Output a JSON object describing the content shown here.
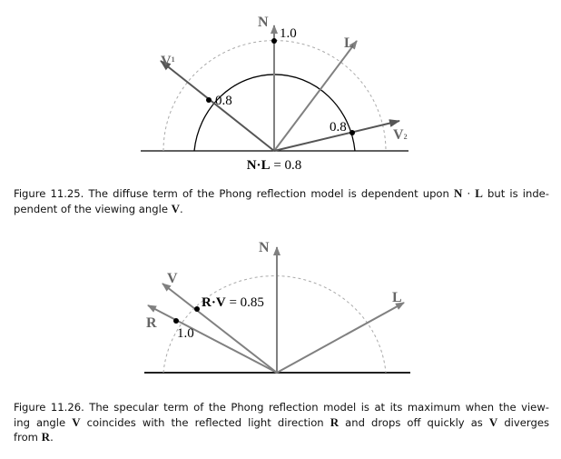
{
  "figure1": {
    "labels": {
      "N": "N",
      "L": "L",
      "V1": "V",
      "V1_sub": "1",
      "V2": "V",
      "V2_sub": "2",
      "n_value": "1.0",
      "v1_value": "0.8",
      "v2_value": "0.8",
      "eq_bold_N": "N",
      "eq_dot": "·",
      "eq_bold_L": "L",
      "eq_rest": " = 0.8"
    },
    "caption": {
      "line1_a": "Figure 11.25. The diffuse term of the Phong reflection model is dependent upon ",
      "line1_b": "N",
      "line1_c": " · ",
      "line1_d": "L",
      "line1_e": " but is inde-",
      "line2_a": "pendent of the viewing angle ",
      "line2_b": "V",
      "line2_c": "."
    }
  },
  "figure2": {
    "labels": {
      "N": "N",
      "L": "L",
      "V": "V",
      "R": "R",
      "r_value": "1.0",
      "eq_bold_R": "R",
      "eq_dot": "·",
      "eq_bold_V": "V",
      "eq_rest": " = 0.85"
    },
    "caption": {
      "line1": "Figure 11.26. The specular term of the Phong reflection model is at its maximum when the view-",
      "line2_a": "ing angle ",
      "line2_b": "V",
      "line2_c": " coincides with the reflected light direction ",
      "line2_d": "R",
      "line2_e": " and drops off quickly as ",
      "line2_f": "V",
      "line2_g": " diverges",
      "line3_a": "from ",
      "line3_b": "R",
      "line3_c": "."
    }
  },
  "colors": {
    "vector": "#808080",
    "dark_vector": "#555555",
    "dashed": "#aaaaaa"
  }
}
